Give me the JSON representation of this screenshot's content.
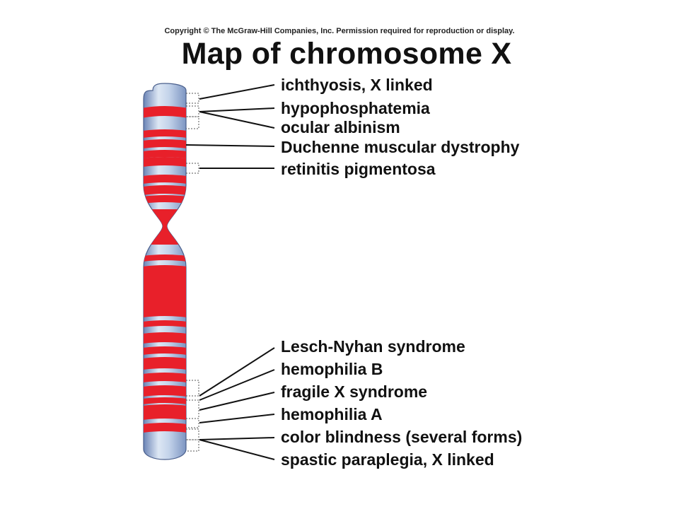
{
  "copyright": "Copyright © The McGraw-Hill Companies, Inc. Permission required for reproduction or display.",
  "title": "Map of chromosome X",
  "colors": {
    "band": "#e8202a",
    "chromatid_light": "#dde7f4",
    "chromatid_mid": "#9eb4d6",
    "chromatid_dark": "#6b84b6",
    "leader": "#111111"
  },
  "labels": {
    "ichthyosis": "ichthyosis, X linked",
    "hypophosphatemia": "hypophosphatemia",
    "ocular_albinism": "ocular albinism",
    "duchenne": "Duchenne muscular dystrophy",
    "retinitis": "retinitis pigmentosa",
    "lesch_nyhan": "Lesch-Nyhan syndrome",
    "hemophilia_b": "hemophilia B",
    "fragile_x": "fragile X syndrome",
    "hemophilia_a": "hemophilia A",
    "color_blindness": "color blindness (several forms)",
    "spastic": "spastic paraplegia, X linked"
  }
}
